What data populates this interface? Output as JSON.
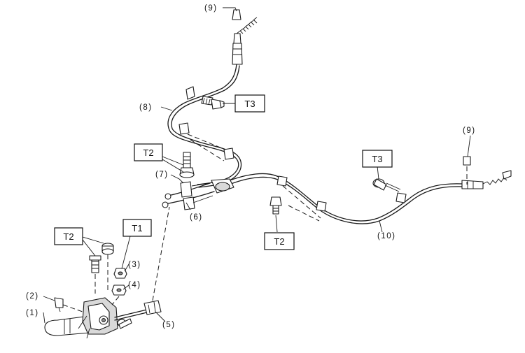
{
  "callouts": {
    "c1": "(1)",
    "c2": "(2)",
    "c3": "(3)",
    "c4": "(4)",
    "c5": "(5)",
    "c6": "(6)",
    "c7": "(7)",
    "c8": "(8)",
    "c9_top": "(9)",
    "c9_right": "(9)",
    "c10": "(10)"
  },
  "torque_boxes": {
    "t1": "T1",
    "t2_lever": "T2",
    "t2_bracket": "T2",
    "t2_bottom": "T2",
    "t3_left": "T3",
    "t3_right": "T3"
  }
}
